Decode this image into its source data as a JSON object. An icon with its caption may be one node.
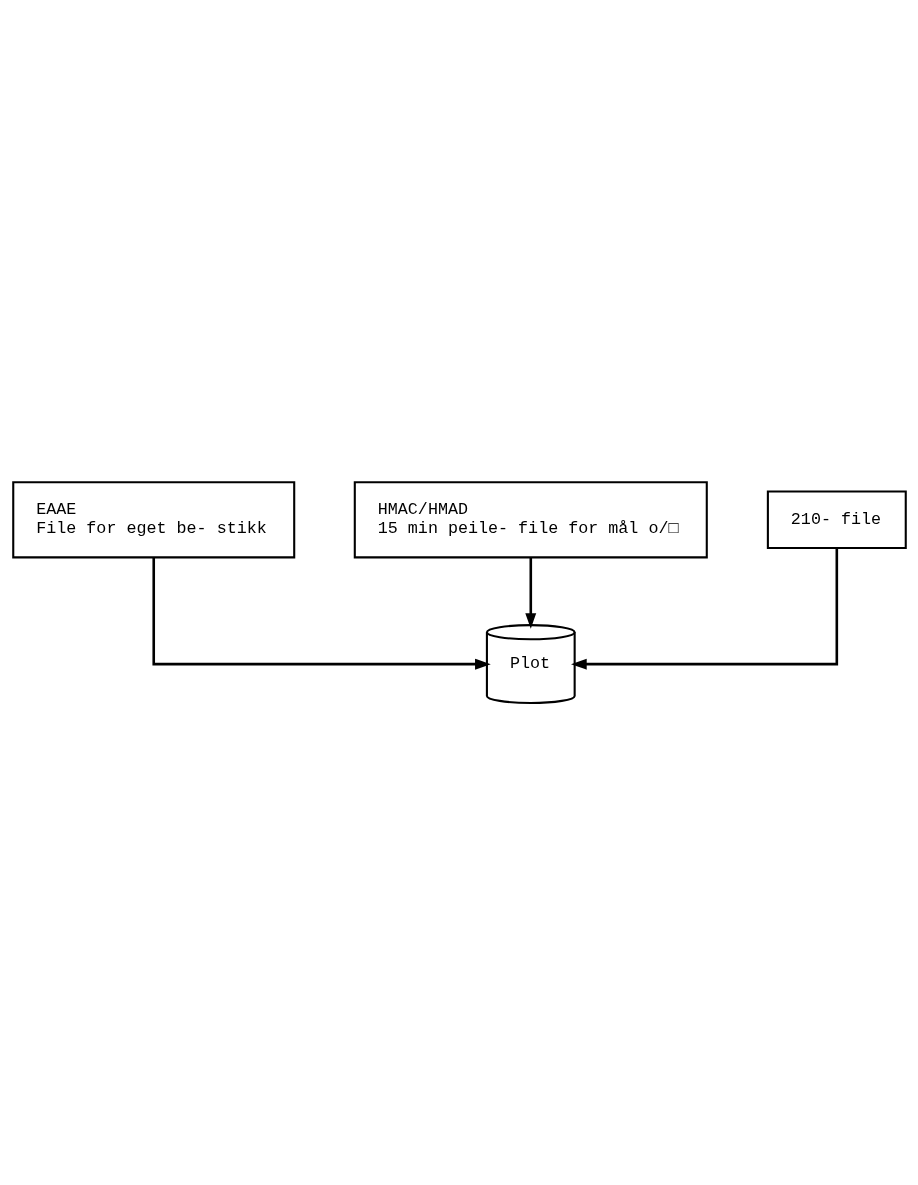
{
  "diagram": {
    "nodes": [
      {
        "text": [
          "EAAE",
          "File for eget be- stikk"
        ]
      },
      {
        "text": [
          "HMAC/HMAD",
          "15 min peile- file for mål o/□"
        ]
      },
      {
        "text": [
          "210- file"
        ]
      },
      {
        "text": [
          "Plot"
        ]
      }
    ],
    "edges": [
      {
        "from": 0,
        "to": 3,
        "arrow": "to"
      },
      {
        "from": 1,
        "to": 3,
        "arrow": "to"
      },
      {
        "from": 2,
        "to": 3,
        "arrow": "to"
      }
    ]
  }
}
